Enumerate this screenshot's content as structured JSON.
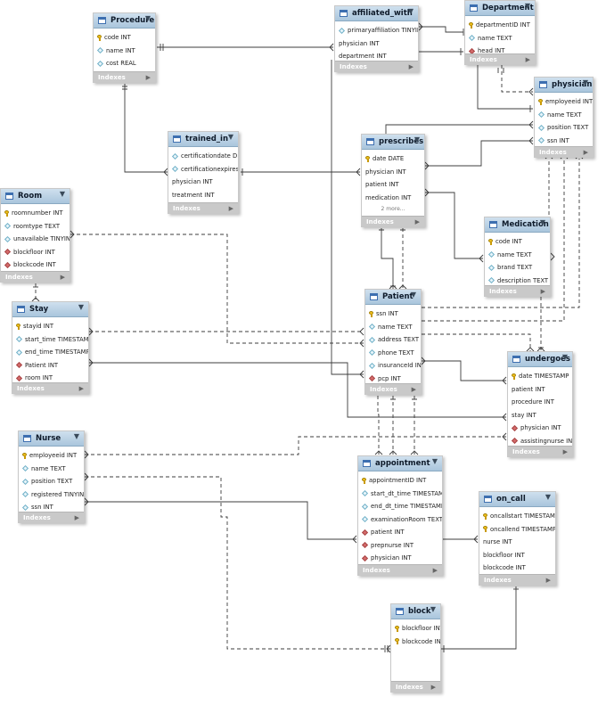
{
  "tables": {
    "procedure": {
      "name": "Procedure",
      "cols": [
        "code INT",
        "name INT",
        "cost REAL"
      ]
    },
    "affiliated_with": {
      "name": "affiliated_with",
      "cols": [
        "primaryaffiliation TINYINT",
        "physician INT",
        "department INT"
      ]
    },
    "department": {
      "name": "Department",
      "cols": [
        "departmentID INT",
        "name TEXT",
        "head INT"
      ]
    },
    "physician": {
      "name": "physician",
      "cols": [
        "employeeid INT",
        "name TEXT",
        "position TEXT",
        "ssn INT"
      ]
    },
    "trained_in": {
      "name": "trained_in",
      "cols": [
        "certificationdate D...",
        "certificationexpires...",
        "physician INT",
        "treatment INT"
      ]
    },
    "prescribes": {
      "name": "prescribes",
      "cols": [
        "date DATE",
        "physician INT",
        "patient INT",
        "medication INT"
      ],
      "more": "2 more..."
    },
    "room": {
      "name": "Room",
      "cols": [
        "roomnumber INT",
        "roomtype TEXT",
        "unavailable TINYINT",
        "blockfloor INT",
        "blockcode INT"
      ]
    },
    "medication": {
      "name": "Medication",
      "cols": [
        "code INT",
        "name TEXT",
        "brand TEXT",
        "description TEXT"
      ]
    },
    "stay": {
      "name": "Stay",
      "cols": [
        "stayid INT",
        "start_time TIMESTAMP",
        "end_time TIMESTAMP",
        "Patient INT",
        "room INT"
      ]
    },
    "patient": {
      "name": "Patient",
      "cols": [
        "ssn INT",
        "name TEXT",
        "address TEXT",
        "phone TEXT",
        "insuranceId INT",
        "pcp INT"
      ]
    },
    "undergoes": {
      "name": "undergoes",
      "cols": [
        "date TIMESTAMP",
        "patient INT",
        "procedure INT",
        "stay INT",
        "physician INT",
        "assistingnurse INT"
      ]
    },
    "nurse": {
      "name": "Nurse",
      "cols": [
        "employeeid INT",
        "name TEXT",
        "position TEXT",
        "registered TINYINT",
        "ssn INT"
      ]
    },
    "appointment": {
      "name": "appointment",
      "cols": [
        "appointmentID INT",
        "start_dt_time TIMESTAMP",
        "end_dt_time TIMESTAMP",
        "examinationRoom TEXT",
        "patient INT",
        "prepnurse INT",
        "physician INT"
      ]
    },
    "on_call": {
      "name": "on_call",
      "cols": [
        "oncallstart TIMESTAMP",
        "oncallend TIMESTAMP",
        "nurse INT",
        "blockfloor INT",
        "blockcode INT"
      ]
    },
    "block": {
      "name": "block",
      "cols": [
        "blockfloor INT",
        "blockcode INT"
      ]
    }
  },
  "indexes_label": "Indexes"
}
